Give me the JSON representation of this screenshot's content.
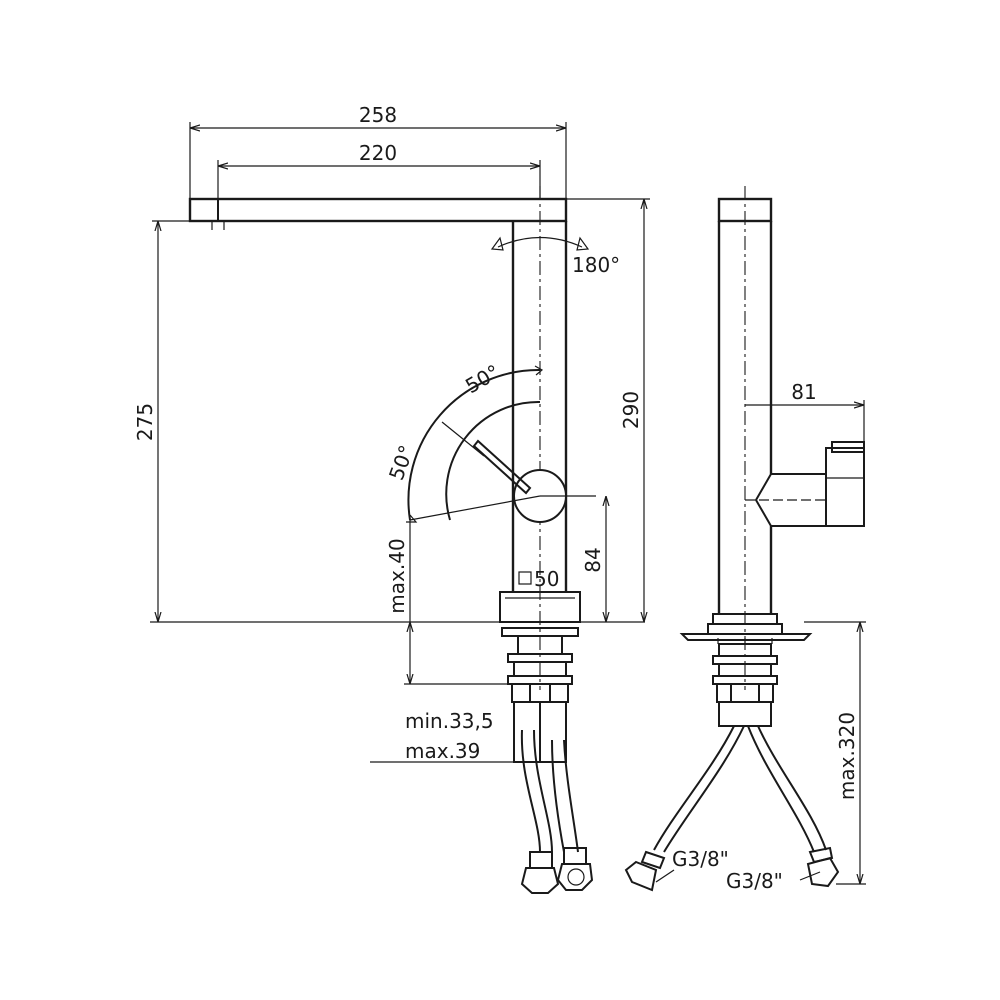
{
  "dimensions": {
    "spout_total": "258",
    "spout_reach": "220",
    "rotation": "180°",
    "lever_angle_upper": "50°",
    "lever_angle_lower": "50°",
    "spout_height": "275",
    "total_height": "290",
    "deck_thickness": "max.40",
    "base_square": "50",
    "handle_height": "84",
    "min_hole": "min.33,5",
    "max_hole": "max.39",
    "handle_depth": "81",
    "hose_length": "max.320",
    "hose_thread_left": "G3/8\"",
    "hose_thread_right": "G3/8\""
  },
  "symbols": {
    "square": "□"
  }
}
